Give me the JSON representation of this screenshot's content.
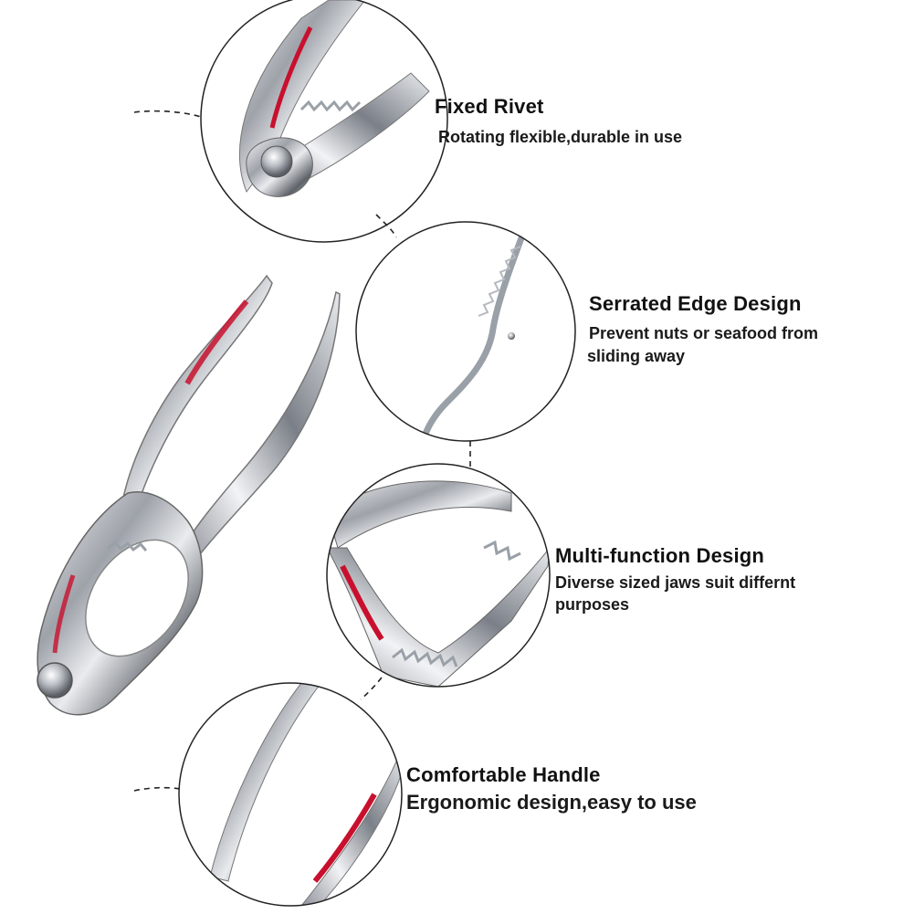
{
  "features": [
    {
      "title": "Fixed Rivet",
      "description": "Rotating flexible,durable in use"
    },
    {
      "title": "Serrated Edge Design",
      "description_line1": "Prevent nuts or seafood from",
      "description_line2": "sliding away"
    },
    {
      "title": "Multi-function Design",
      "description_line1": "Diverse sized jaws suit differnt",
      "description_line2": "purposes"
    },
    {
      "title": "Comfortable Handle",
      "description": "Ergonomic design,easy to use"
    }
  ],
  "colors": {
    "chrome": "#c9ccd1",
    "chrome_dark": "#5d6168",
    "accent_red": "#c8102e",
    "line": "#222222"
  }
}
